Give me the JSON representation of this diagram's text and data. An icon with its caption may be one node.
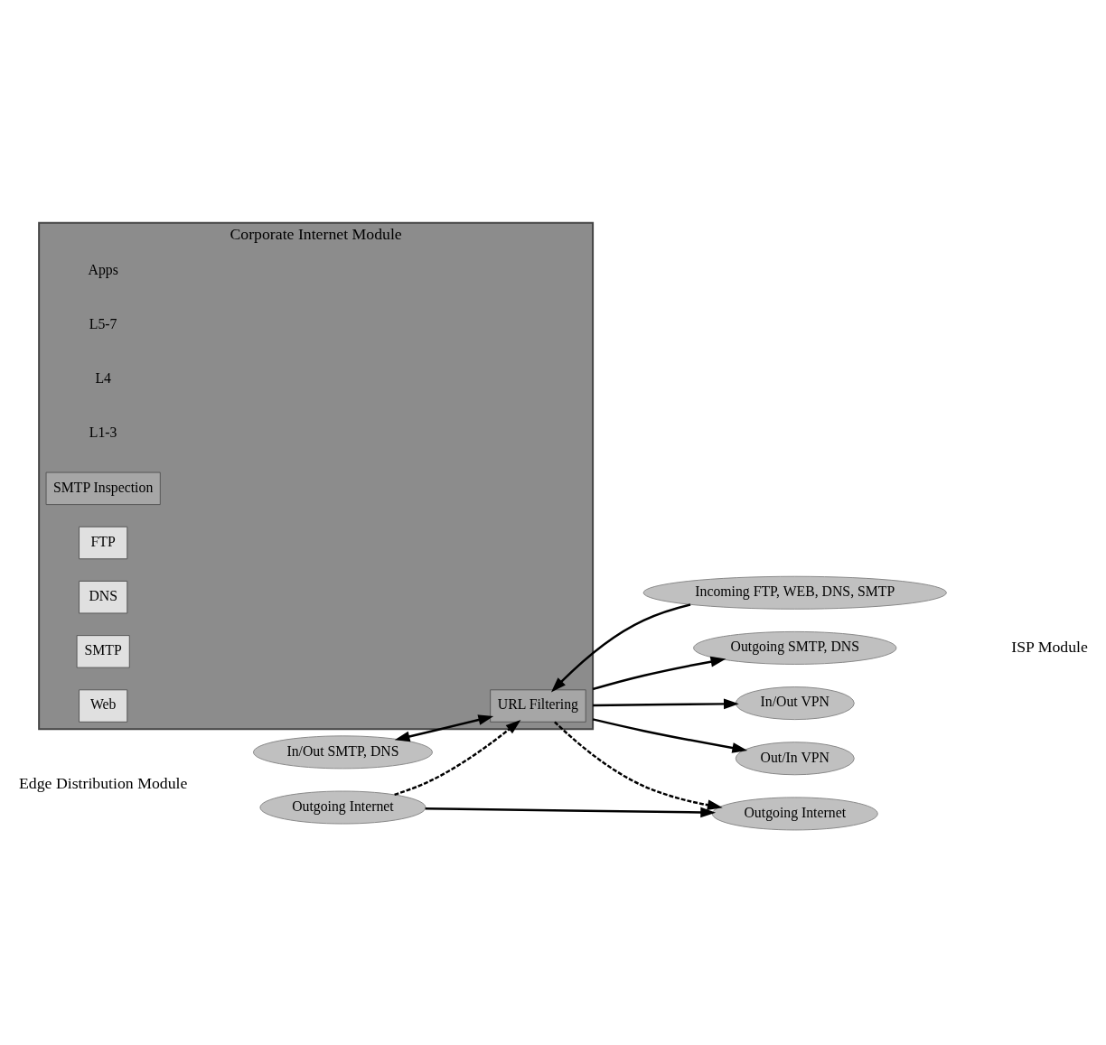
{
  "diagram": {
    "nodes": [
      {
        "text": [
          "Corporate Internet Module"
        ]
      },
      {
        "text": [
          "SMTP Inspection"
        ],
        "in": 0
      },
      {
        "text": [
          "FTP"
        ],
        "in": 0
      },
      {
        "text": [
          "DNS"
        ],
        "in": 0
      },
      {
        "text": [
          "SMTP"
        ],
        "in": 0
      },
      {
        "text": [
          "Web"
        ],
        "in": 0
      },
      {
        "text": [
          "URL Filtering"
        ],
        "in": 0
      },
      {
        "text": [
          "In/Out SMTP, DNS"
        ]
      },
      {
        "text": [
          "Outgoing Internet"
        ]
      },
      {
        "text": [
          "Incoming FTP, WEB, DNS, SMTP"
        ]
      },
      {
        "text": [
          "Outgoing SMTP, DNS"
        ]
      },
      {
        "text": [
          "Outgoing Internet"
        ]
      },
      {
        "text": [
          "In/Out VPN"
        ]
      },
      {
        "text": [
          "Out/In VPN"
        ]
      }
    ],
    "edges": [
      {
        "from": 0,
        "to": 7,
        "arrow": "both"
      },
      {
        "from": 9,
        "to": 0,
        "arrow": "to"
      },
      {
        "from": 0,
        "to": 10,
        "arrow": "to"
      },
      {
        "from": 8,
        "to": 11,
        "arrow": "to"
      },
      {
        "from": 8,
        "to": 6,
        "arrow": "to",
        "style": "dashed"
      },
      {
        "from": 6,
        "to": 11,
        "arrow": "to",
        "style": "dashed"
      },
      {
        "from": 0,
        "to": 13,
        "arrow": "to"
      },
      {
        "from": 0,
        "to": 12,
        "arrow": "to"
      }
    ],
    "labels": [
      "Edge Distribution Module",
      "ISP Module",
      "Apps",
      "L5-7",
      "L4",
      "L1-3"
    ]
  }
}
